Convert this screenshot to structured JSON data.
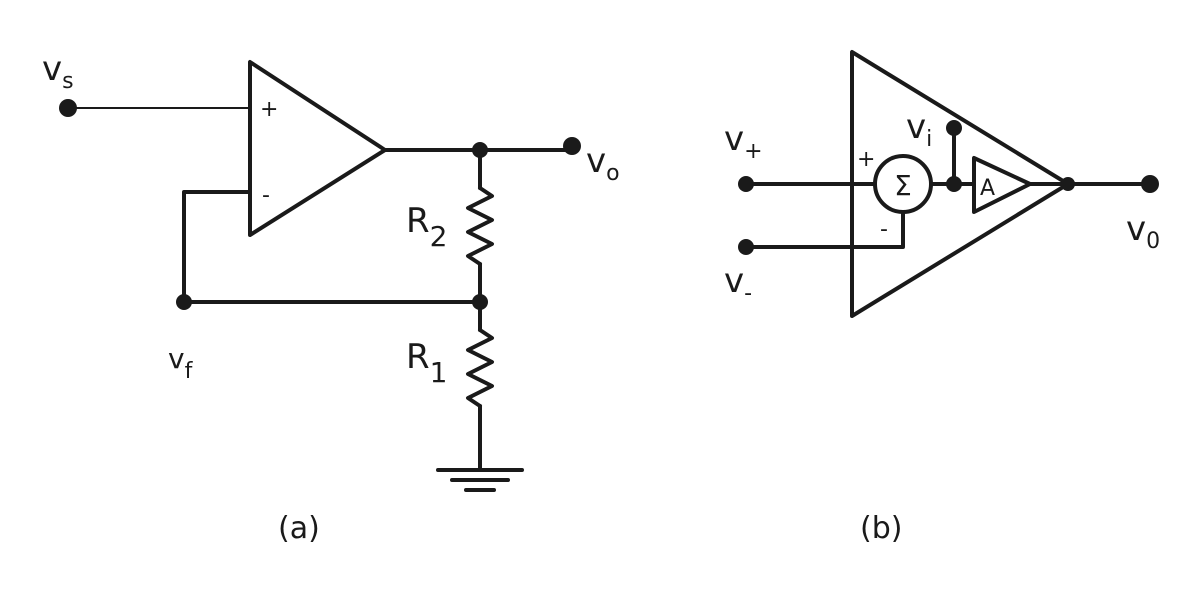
{
  "circuit_a": {
    "caption": "(a)",
    "source": {
      "name": "v",
      "sub": "s"
    },
    "output": {
      "name": "v",
      "sub": "o"
    },
    "feedback": {
      "name": "v",
      "sub": "f"
    },
    "r2": {
      "name": "R",
      "sub": "2"
    },
    "r1": {
      "name": "R",
      "sub": "1"
    },
    "plus_sign": "+",
    "minus_sign": "-"
  },
  "circuit_b": {
    "caption": "(b)",
    "v_plus": {
      "name": "v",
      "sub": "+"
    },
    "v_minus": {
      "name": "v",
      "sub": "-"
    },
    "v_i": {
      "name": "v",
      "sub": "i"
    },
    "output": {
      "name": "v",
      "sub": "0"
    },
    "sum_symbol": "Σ",
    "gain": "A",
    "plus_sign": "+",
    "minus_sign": "-"
  }
}
